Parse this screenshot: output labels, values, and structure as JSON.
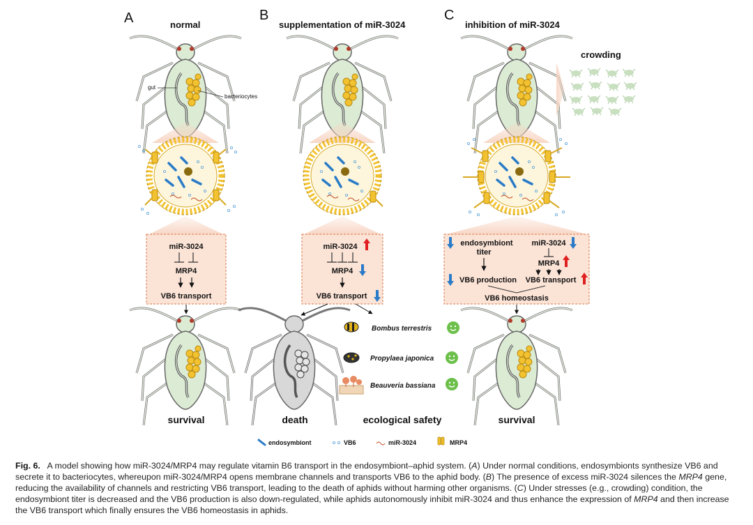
{
  "panels": {
    "A": {
      "letter": "A",
      "title": "normal",
      "labels": {
        "gut": "gut",
        "bacteriocytes": "bacteriocytes"
      },
      "box": {
        "mir": "miR-3024",
        "mrp4": "MRP4",
        "vb6": "VB6 transport"
      },
      "outcome": "survival"
    },
    "B": {
      "letter": "B",
      "title": "supplementation of miR-3024",
      "box": {
        "mir": "miR-3024",
        "mrp4": "MRP4",
        "vb6": "VB6 transport"
      },
      "organisms": [
        "Bombus terrestris",
        "Propylaea japonica",
        "Beauveria bassiana"
      ],
      "outcome_death": "death",
      "outcome_safety": "ecological safety"
    },
    "C": {
      "letter": "C",
      "title": "inhibition of miR-3024",
      "crowding": "crowding",
      "box": {
        "endo1": "endosymbiont",
        "endo2": "titer",
        "mir": "miR-3024",
        "mrp4": "MRP4",
        "prod": "VB6 production",
        "trans": "VB6 transport",
        "homeo": "VB6 homeostasis"
      },
      "outcome": "survival"
    }
  },
  "legend": {
    "endosymbiont": "endosymbiont",
    "vb6": "VB6",
    "mir": "miR-3024",
    "mrp4": "MRP4"
  },
  "caption": {
    "label": "Fig. 6.",
    "p1": "A model showing how miR-3024/MRP4 may regulate vitamin B6 transport in the endosymbiont–aphid system. (",
    "A": "A",
    "p2": ") Under normal conditions, endosymbionts synthesize VB6 and secrete it to bacteriocytes, whereupon miR-3024/MRP4 opens membrane channels and transports VB6 to the aphid body. (",
    "B": "B",
    "p3": ") The presence of excess miR-3024 silences the ",
    "mrp4a": "MRP4",
    "p4": " gene, reducing the availability of channels and restricting VB6 transport, leading to the death of aphids without harming other organisms. (",
    "C": "C",
    "p5": ") Under stresses (e.g., crowding) condition, the endosymbiont titer is decreased and the VB6 production is also down-regulated, while aphids autonomously inhibit miR-3024 and thus enhance the expression of ",
    "mrp4b": "MRP4",
    "p6": " and then increase the VB6 transport which finally ensures the VB6 homeostasis in aphids."
  },
  "colors": {
    "aphid_body": "#dcebd4",
    "aphid_dead": "#d8d8d8",
    "bacteriocyte": "#f2c230",
    "box_fill": "#fbe3d6",
    "box_border": "#d9784a",
    "arrow_up": "#e02020",
    "arrow_down": "#2a7bc8",
    "smile": "#6cc04a"
  }
}
